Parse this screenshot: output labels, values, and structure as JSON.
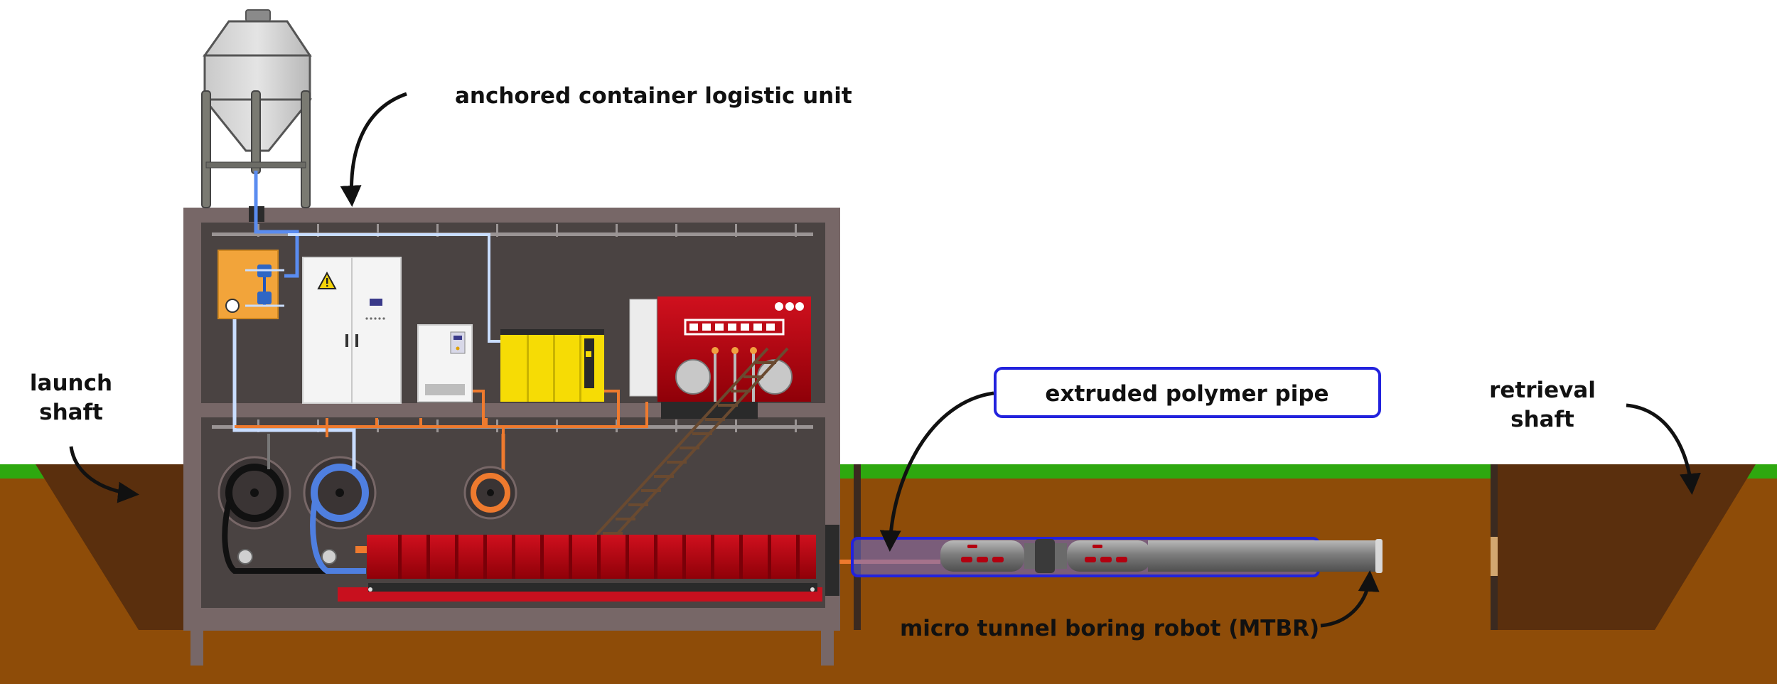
{
  "labels": {
    "container": "anchored container logistic unit",
    "launch_shaft_line1": "launch",
    "launch_shaft_line2": "shaft",
    "retrieval_shaft_line1": "retrieval",
    "retrieval_shaft_line2": "shaft",
    "pipe": "extruded polymer pipe",
    "robot": "micro tunnel boring robot (MTBR)"
  },
  "colors": {
    "sky": "#ffffff",
    "grass": "#2ea80f",
    "soil": "#8e4c08",
    "shaft": "#5a2f0d",
    "container_frame": "#776767",
    "container_inner": "#4a4342",
    "pipe_outline": "#2222dd",
    "pump_red": "#b30010",
    "yellow_unit": "#f6dc05",
    "orange_cabinet": "#f2a43a",
    "water_pipe_blue": "#5a8cf0",
    "orange_line": "#ee7a2e",
    "robot_gray": "#8a8a8a"
  },
  "icons": {
    "warning": "warning-icon",
    "silo": "silo-icon",
    "hose_reel": "hose-reel-icon"
  }
}
